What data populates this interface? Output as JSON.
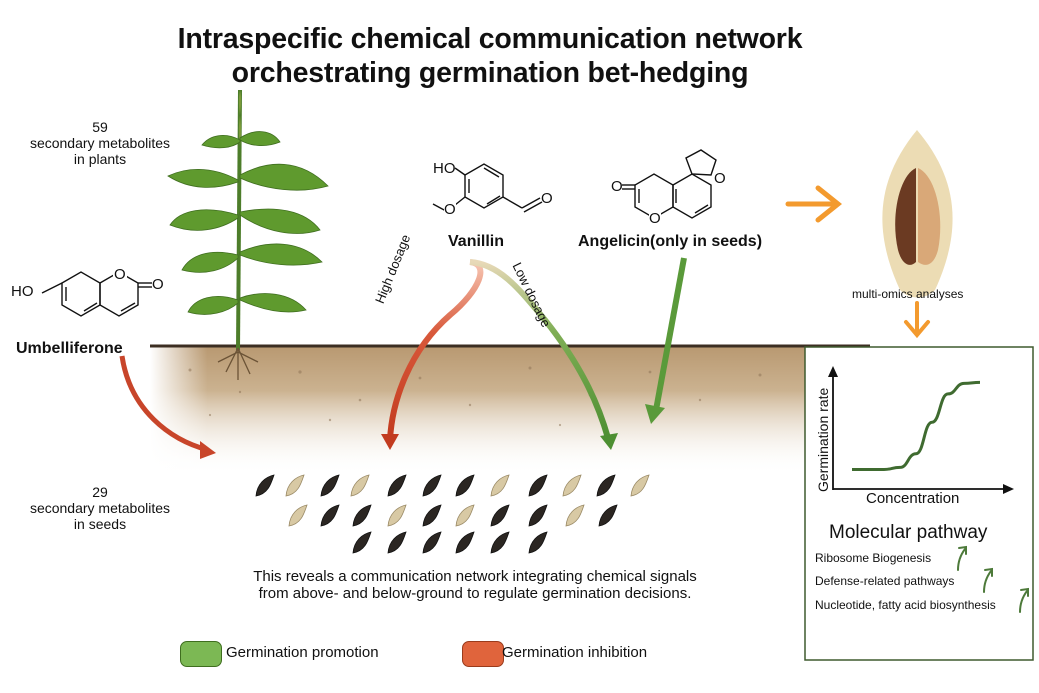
{
  "title": {
    "line1": "Intraspecific chemical communication network",
    "line2": "orchestrating germination bet-hedging"
  },
  "plant_metabolites": {
    "count": "59",
    "line1": "secondary metabolites",
    "line2": "in plants"
  },
  "seed_metabolites": {
    "count": "29",
    "line1": "secondary metabolites",
    "line2": "in seeds"
  },
  "compounds": {
    "umbelliferone": "Umbelliferone",
    "vanillin": "Vanillin",
    "angelicin": "Angelicin(only in seeds)"
  },
  "structure_atoms": {
    "ho": "HO",
    "o": "O"
  },
  "dosage": {
    "high": "High dosage",
    "low": "Low dosage"
  },
  "multi_omics": "multi-omics analyses",
  "chart_data": {
    "type": "line",
    "title": "",
    "xlabel": "Concentration",
    "ylabel": "Germination rate",
    "series": [
      {
        "values": [
          0.1,
          0.1,
          0.1,
          0.12,
          0.25,
          0.55,
          0.82,
          0.92,
          0.93
        ]
      }
    ],
    "x": [
      0,
      1,
      2,
      3,
      4,
      5,
      6,
      7,
      8
    ],
    "grid": false,
    "color": "#3f6b30"
  },
  "pathway": {
    "title": "Molecular pathway",
    "items": [
      "Ribosome Biogenesis",
      "Defense-related pathways",
      "Nucleotide, fatty acid biosynthesis"
    ]
  },
  "caption": {
    "line1": "This reveals a communication network integrating chemical signals",
    "line2": "from above- and below-ground to regulate germination decisions."
  },
  "legend": {
    "promotion": "Germination promotion",
    "inhibition": "Germination inhibition"
  },
  "colors": {
    "promotion": "#7cb854",
    "inhibition": "#e0643c",
    "orange_arrow": "#f39a2e",
    "soil": "#c9ae8c",
    "green_arrow": "#5a9a3a",
    "red_arrow": "#c8452a"
  }
}
